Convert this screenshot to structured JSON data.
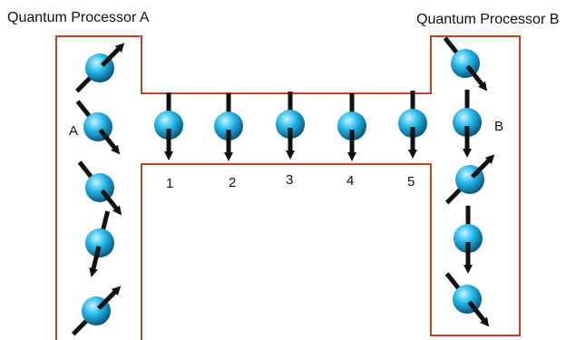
{
  "titles": {
    "processor_a": "Quantum Processor A",
    "processor_b": "Quantum Processor B"
  },
  "labels": {
    "a": "A",
    "b": "B",
    "chain": [
      "1",
      "2",
      "3",
      "4",
      "5"
    ]
  },
  "colors": {
    "outline": "#c0441e",
    "sphere_light": "#c6f3ff",
    "sphere_mid": "#22b8ea",
    "sphere_dark": "#0a4d70",
    "arrow": "#111111"
  },
  "spins": {
    "processor_a": [
      "up-right",
      "down-right",
      "down-right",
      "down-left",
      "up-right"
    ],
    "chain": [
      "down",
      "down",
      "down",
      "down",
      "down"
    ],
    "processor_b": [
      "down-right",
      "down",
      "up-right",
      "down",
      "down-right"
    ]
  }
}
